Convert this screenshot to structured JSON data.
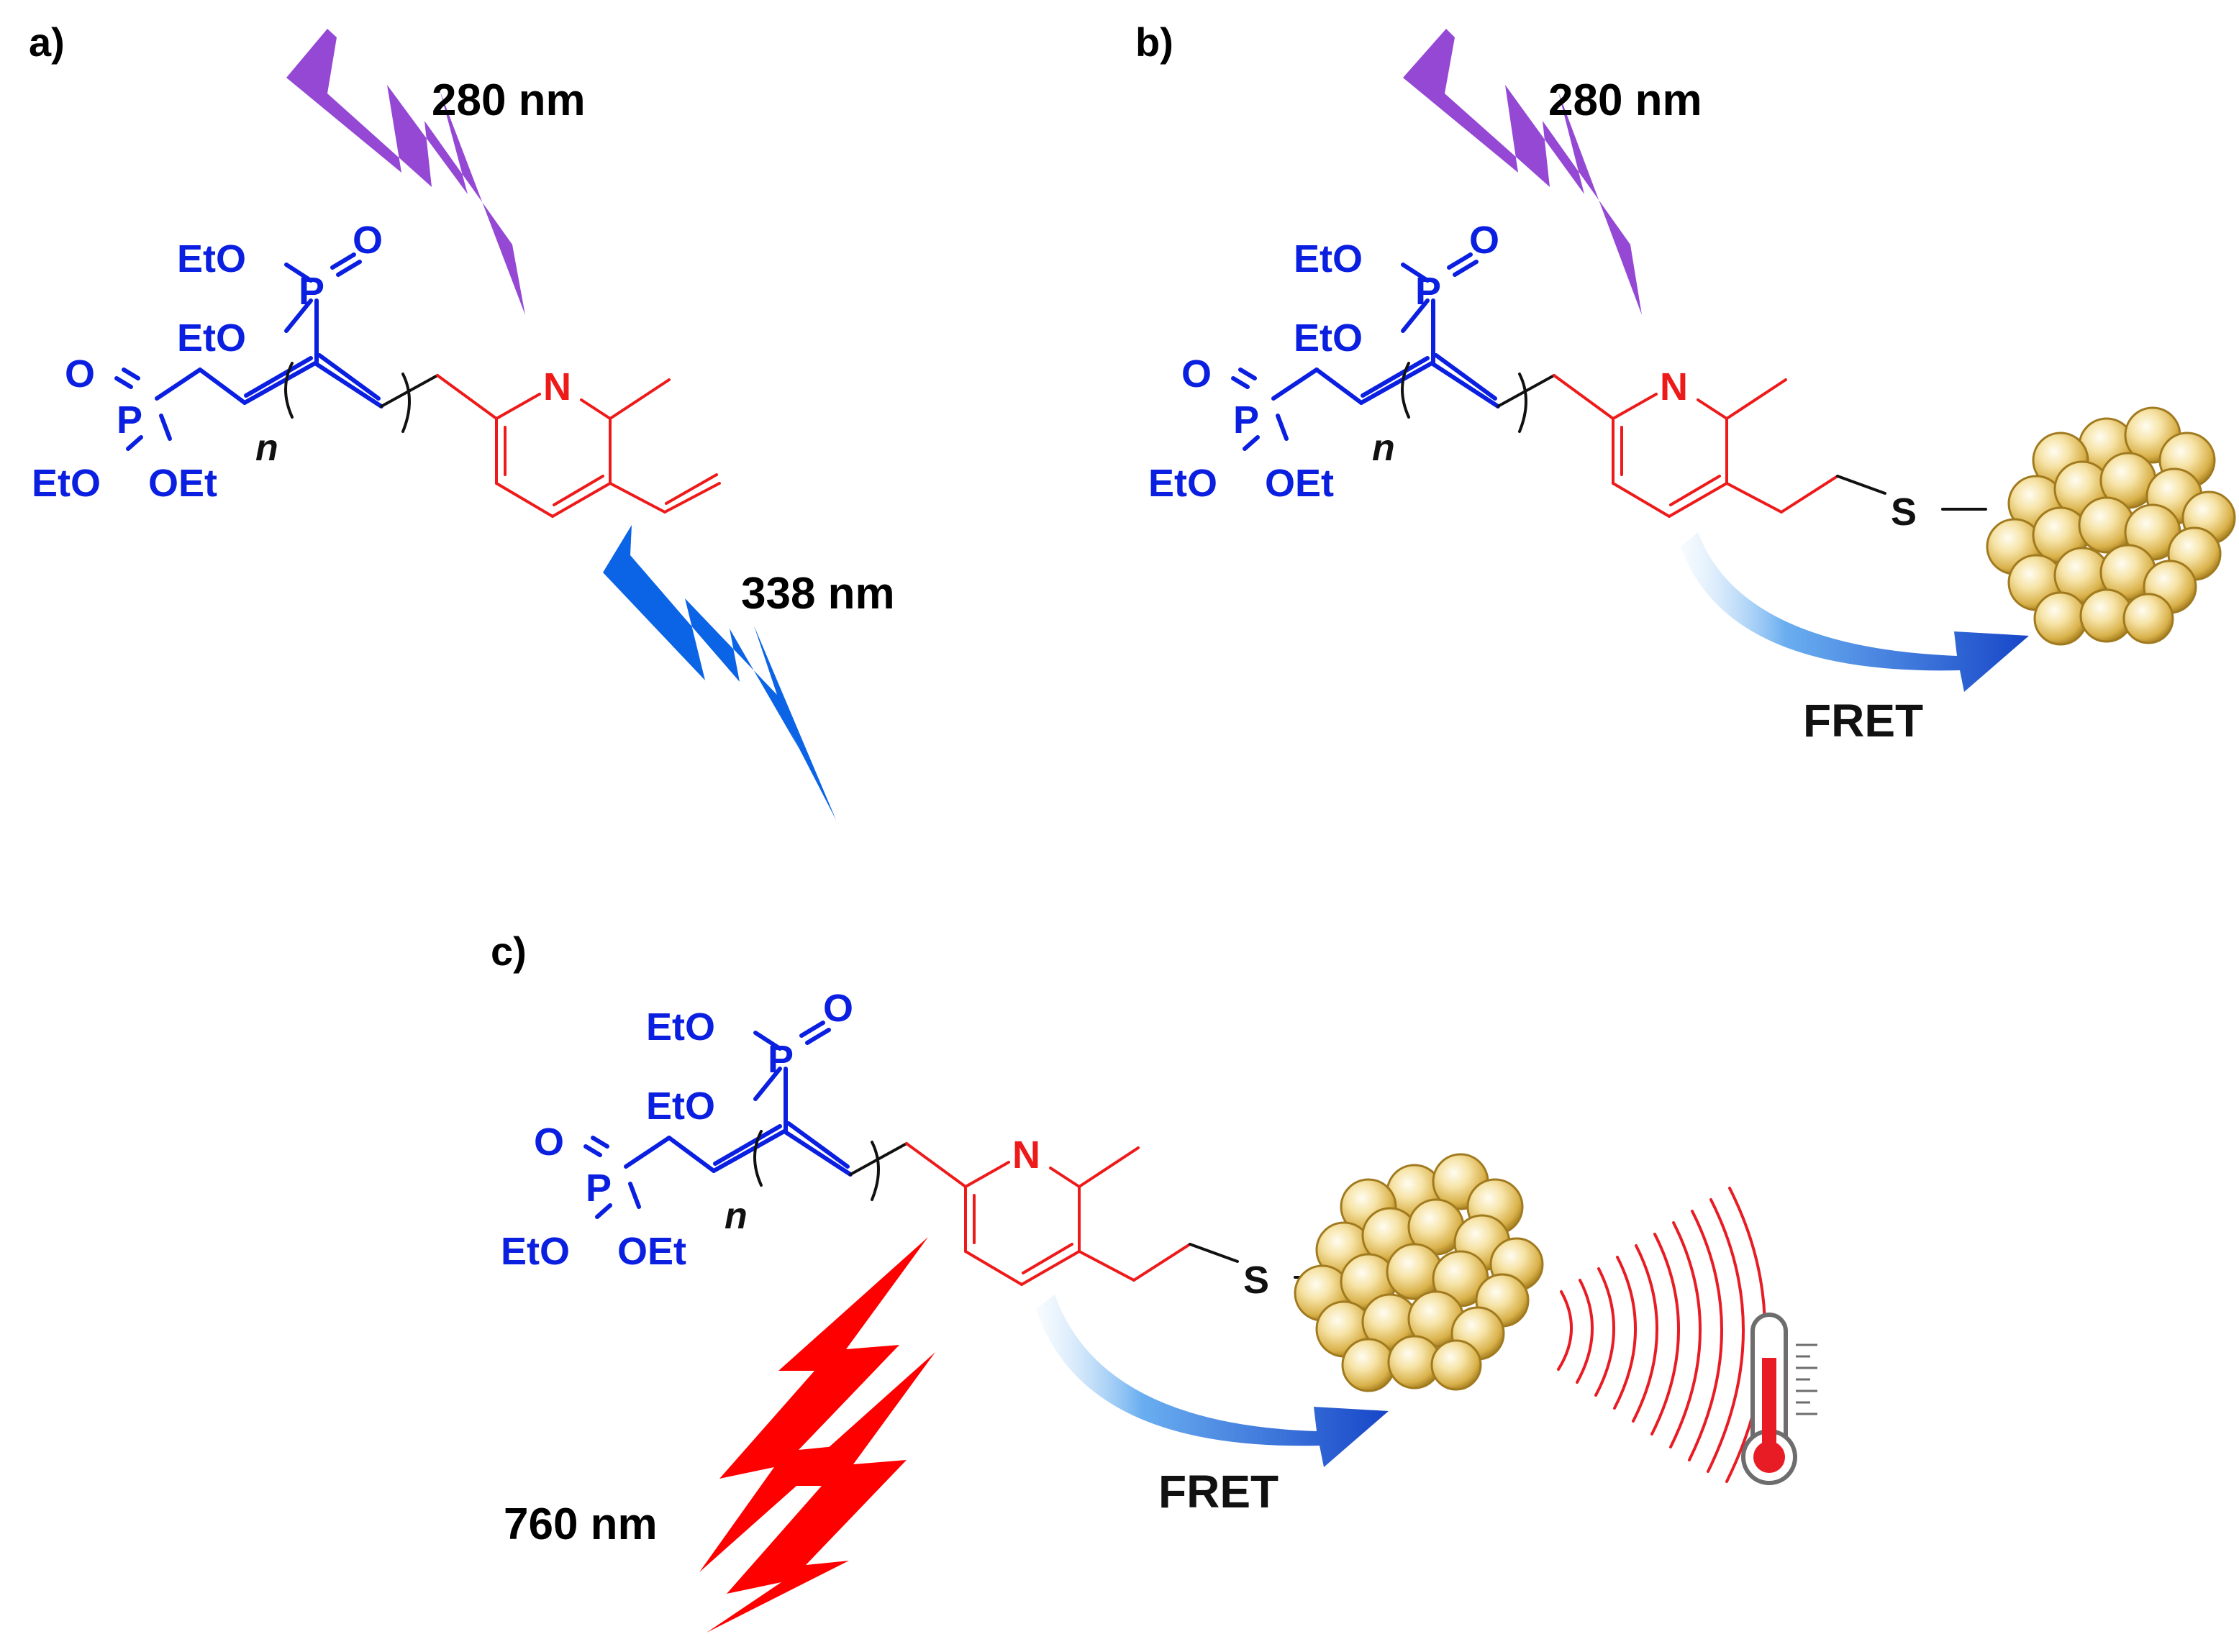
{
  "panels": {
    "a": {
      "label": "a)",
      "wavelength_top": "280 nm",
      "wavelength_bottom": "338 nm"
    },
    "b": {
      "label": "b)",
      "wavelength_top": "280 nm",
      "transfer": "FRET"
    },
    "c": {
      "label": "c)",
      "wavelength": "760 nm",
      "transfer": "FRET"
    }
  },
  "molecule": {
    "etO_top": "EtO",
    "etO_mid": "EtO",
    "phosphorus": "P",
    "oxygen": "O",
    "etO_bottom": "EtO",
    "oEt_bottom": "OEt",
    "repeat_index": "n",
    "nitrogen": "N",
    "sulfur": "S"
  },
  "colors": {
    "polymer": "#0a1fe0",
    "pyridine": "#ee1a1a",
    "uv_280": "#9448d4",
    "uv_338": "#0b63e6",
    "nir_760": "#ff0000",
    "gold": "#d9b14a",
    "fret_arrow": "#1d4fd0",
    "heat": "#e81c24"
  },
  "icons": [
    "lightning-icon",
    "gold-nanoparticle-icon",
    "thermometer-icon",
    "heat-wave-icon"
  ]
}
